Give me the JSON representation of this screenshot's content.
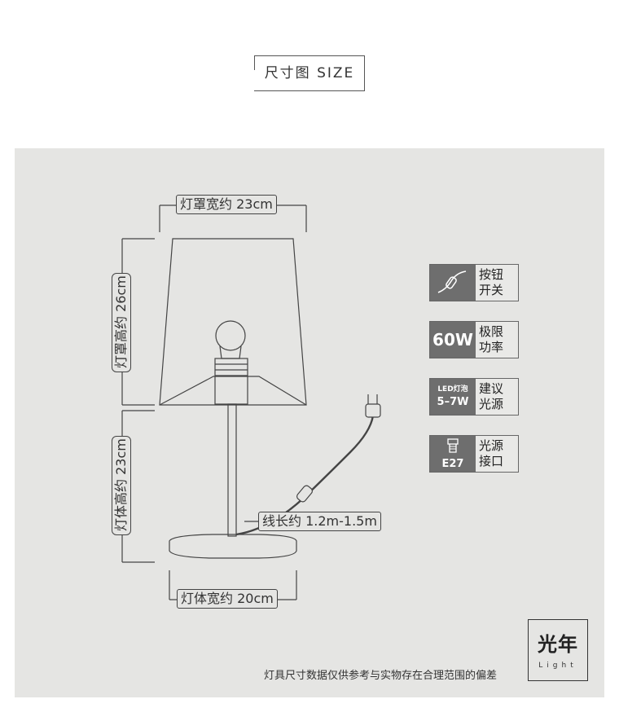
{
  "title": "尺寸图 SIZE",
  "dimensions": {
    "shade_width": "灯罩宽约 23cm",
    "shade_height": "灯罩高约 26cm",
    "body_height": "灯体高约 23cm",
    "cord_length": "线长约 1.2m-1.5m",
    "body_width": "灯体宽约 20cm"
  },
  "specs": [
    {
      "icon": "switch-icon",
      "icon_text": "",
      "line1": "按钮",
      "line2": "开关"
    },
    {
      "icon": "power-icon",
      "icon_text": "60W",
      "line1": "极限",
      "line2": "功率"
    },
    {
      "icon": "led-icon",
      "icon_top": "LED灯泡",
      "icon_bottom": "5–7W",
      "line1": "建议",
      "line2": "光源"
    },
    {
      "icon": "socket-icon",
      "icon_bottom": "E27",
      "line1": "光源",
      "line2": "接口"
    }
  ],
  "logo": {
    "main": "光年",
    "sub": "Light"
  },
  "disclaimer": "灯具尺寸数据仅供参考与实物存在合理范围的偏差",
  "colors": {
    "panel": "#e5e5e3",
    "icon_bg": "#6e6e6e",
    "line": "#444444"
  }
}
